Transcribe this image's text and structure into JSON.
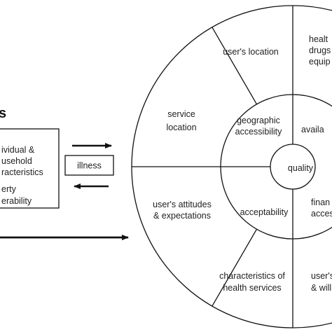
{
  "diagram": {
    "header_fragment": "s",
    "household_box": {
      "line1": "ividual &",
      "line2": "usehold",
      "line3": "racteristics",
      "line4": "erty",
      "line5": "erability"
    },
    "illness_label": "illness",
    "wheel": {
      "center": "quality",
      "inner": {
        "geographic_line1": "geographic",
        "geographic_line2": "accessibility",
        "availability": "availa",
        "acceptability": "acceptability",
        "financial_line1": "finan",
        "financial_line2": "access"
      },
      "outer": {
        "users_location": "user's location",
        "health_line1": "healt",
        "health_line2": "drugs",
        "health_line3": "equip",
        "service_location_line1": "service",
        "service_location_line2": "location",
        "attitudes_line1": "user's attitudes",
        "attitudes_line2": "& expectations",
        "characteristics_line1": "characteristics of",
        "characteristics_line2": "health services",
        "users_will_line1": "user's",
        "users_will_line2": "& will"
      }
    }
  }
}
